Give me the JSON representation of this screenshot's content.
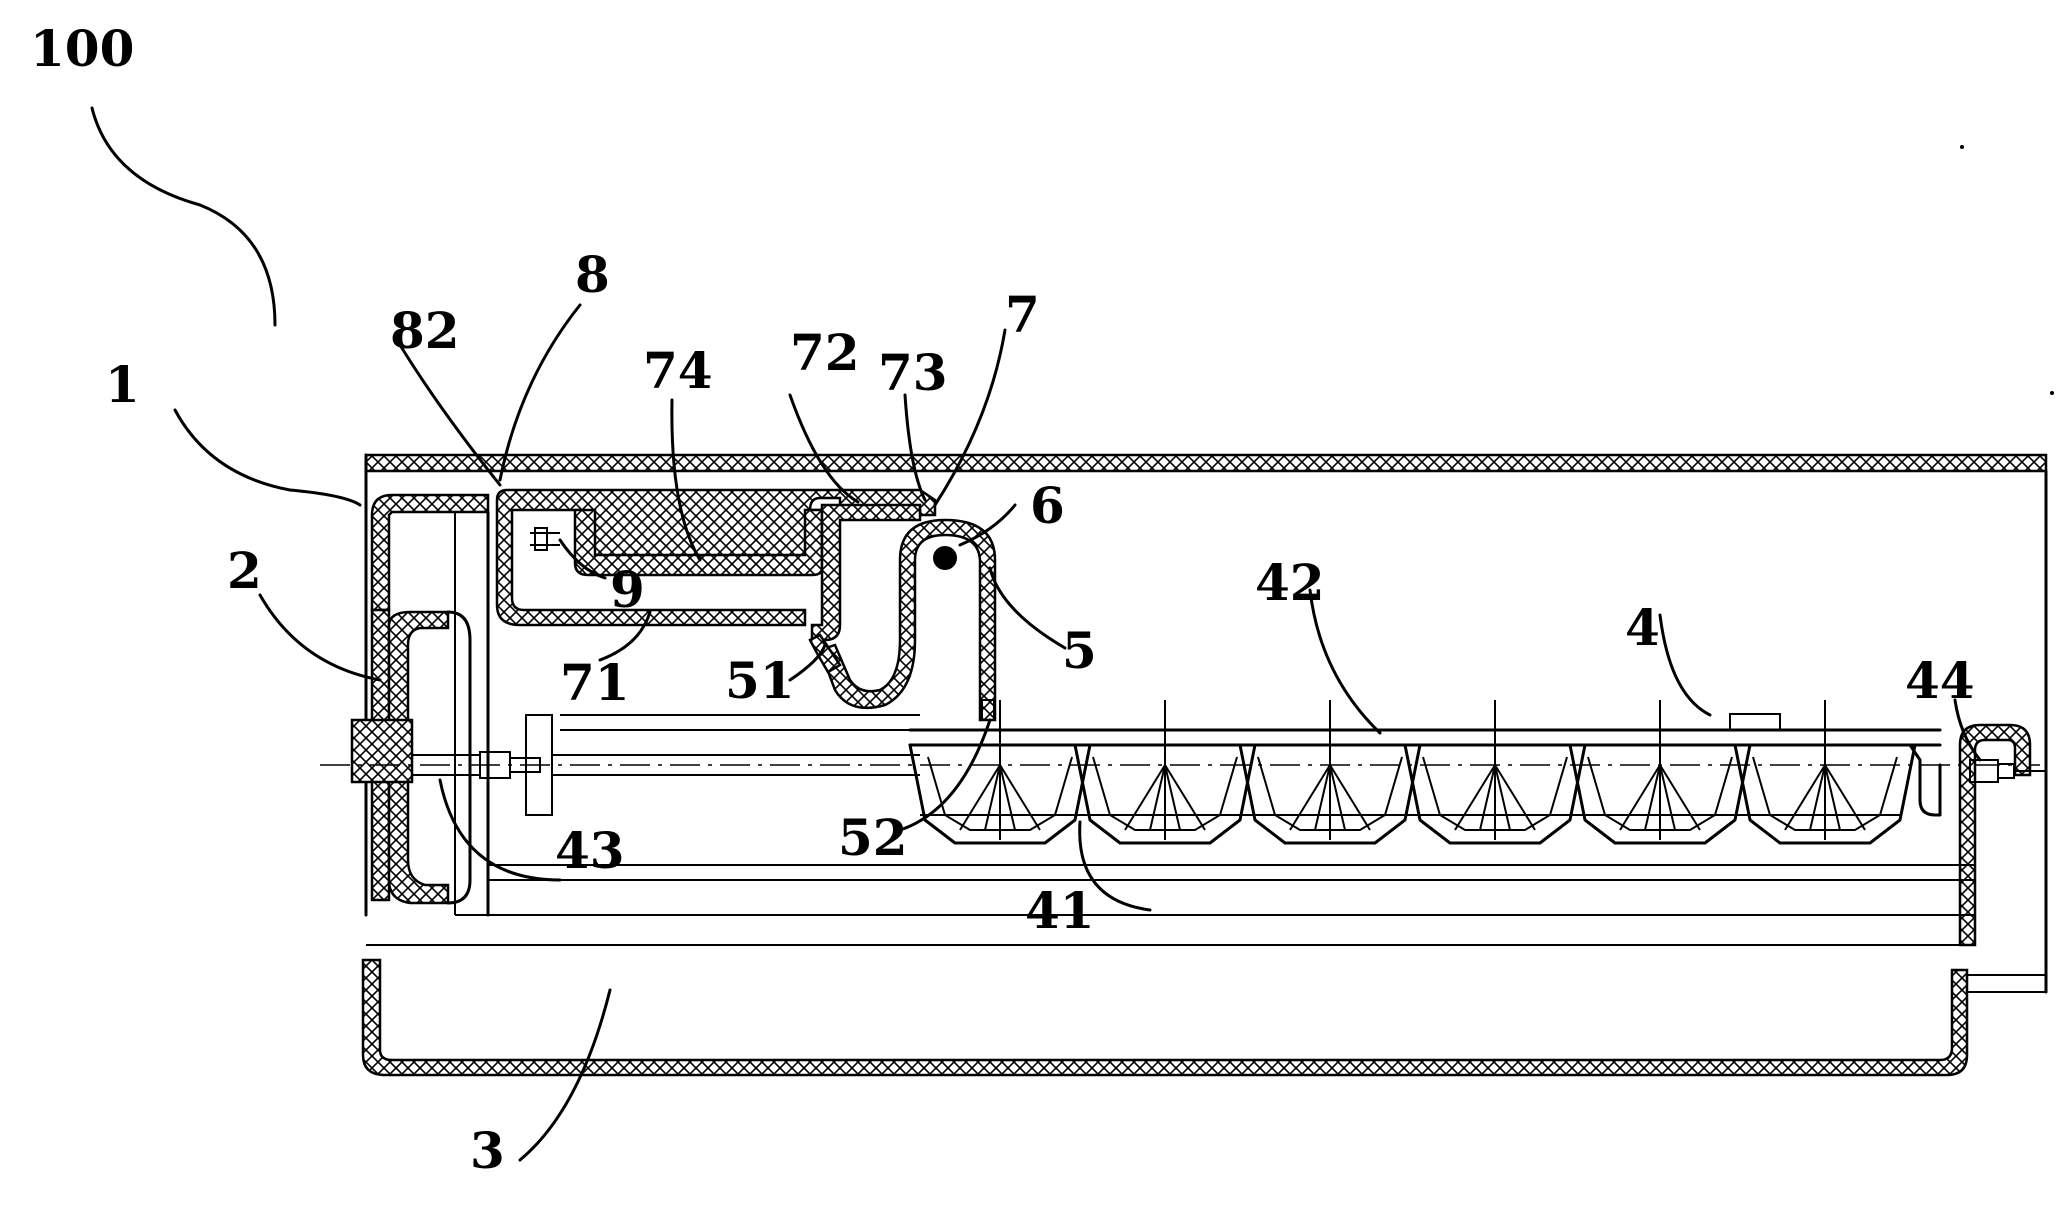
{
  "labels": {
    "l100": "100",
    "l1": "1",
    "l2": "2",
    "l3": "3",
    "l4": "4",
    "l41": "41",
    "l42": "42",
    "l43": "43",
    "l44": "44",
    "l5": "5",
    "l51": "51",
    "l52": "52",
    "l6": "6",
    "l7": "7",
    "l71": "71",
    "l72": "72",
    "l73": "73",
    "l74": "74",
    "l8": "8",
    "l82": "82",
    "l9": "9"
  }
}
